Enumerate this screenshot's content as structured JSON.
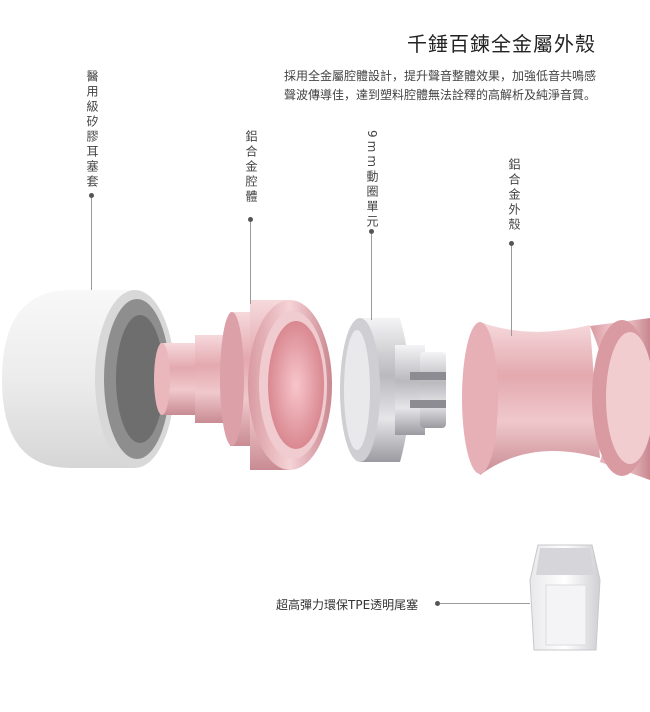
{
  "header": {
    "title": "千錘百鍊全金屬外殼",
    "description_line1": "採用全金屬腔體設計，提升聲音整體效果，加強低音共鳴感",
    "description_line2": "聲波傳導佳，達到塑料腔體無法詮釋的高解析及純淨音質。"
  },
  "labels": {
    "eartip": "醫用級矽膠耳塞套",
    "aluminum_cavity": "鋁合金腔體",
    "driver": "9mm動圈單元",
    "aluminum_shell": "鋁合金外殼",
    "tail_plug": "超高彈力環保TPE透明尾塞"
  },
  "colors": {
    "rose_gold": "#e8b4b8",
    "silver": "#c8c8cc",
    "silicone_white": "#f2f2f2",
    "text": "#333333"
  }
}
